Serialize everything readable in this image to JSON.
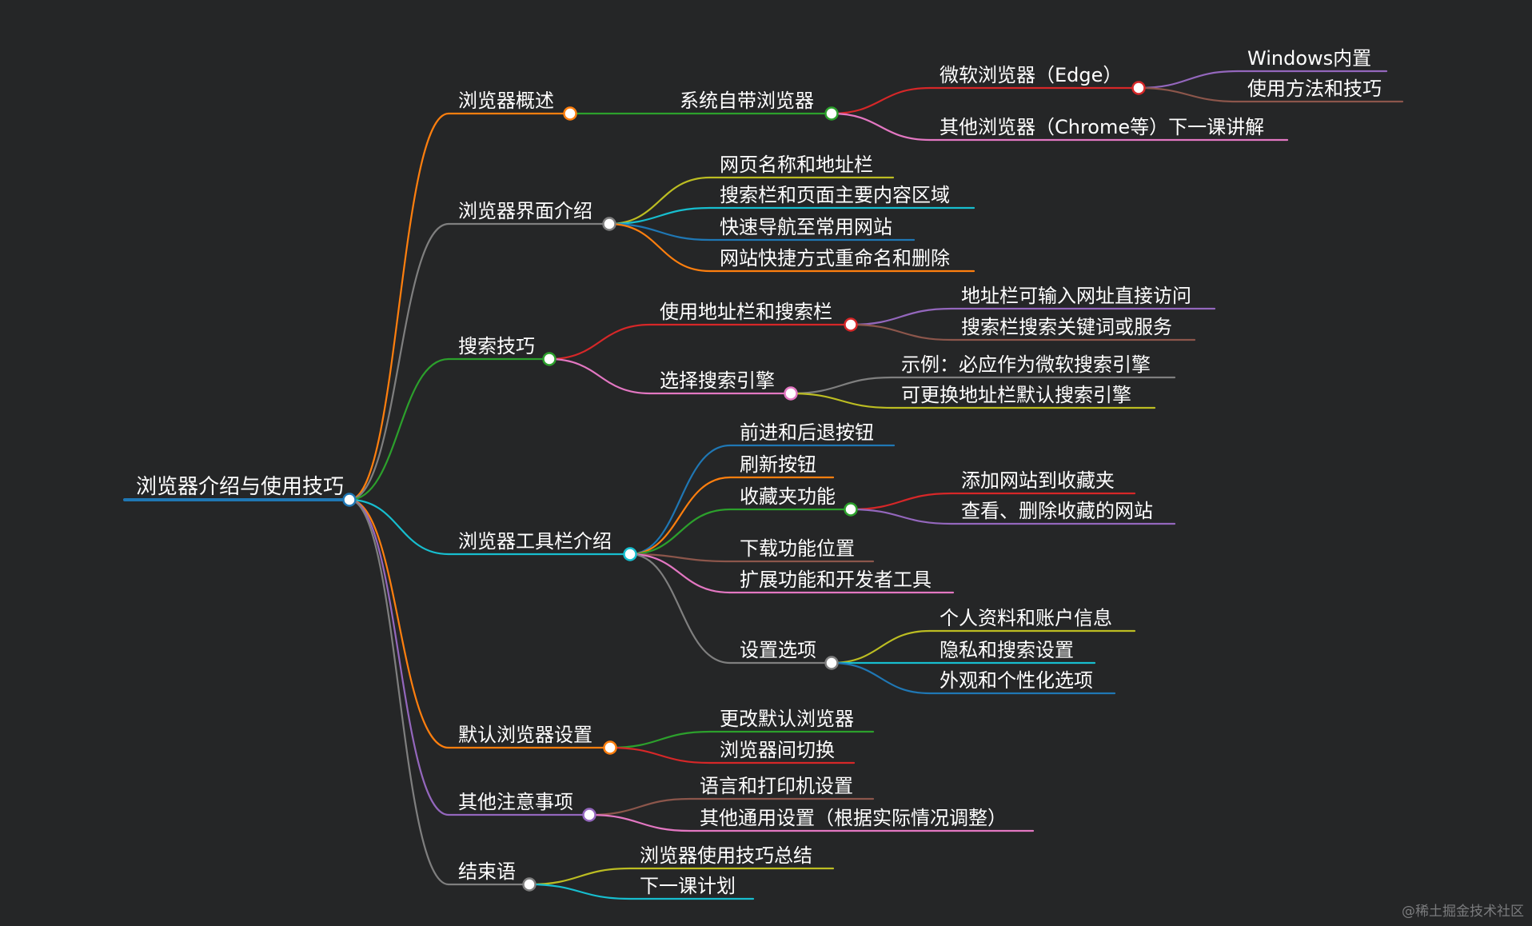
{
  "colors": {
    "background": "#252627",
    "blue": "#1f77b4",
    "orange": "#ff7f0e",
    "green": "#2ca02c",
    "red": "#d62728",
    "purple": "#9467bd",
    "brown": "#8c564b",
    "pink": "#e377c2",
    "gray": "#7f7f7f",
    "olive": "#bcbd22",
    "cyan": "#17becf"
  },
  "watermark": "@稀土掘金技术社区",
  "mindmap": {
    "label": "浏览器介绍与使用技巧",
    "color": "blue",
    "children": [
      {
        "label": "浏览器概述",
        "color": "orange",
        "children": [
          {
            "label": "系统自带浏览器",
            "color": "green",
            "children": [
              {
                "label": "微软浏览器（Edge）",
                "color": "red",
                "children": [
                  {
                    "label": "Windows内置",
                    "color": "purple"
                  },
                  {
                    "label": "使用方法和技巧",
                    "color": "brown"
                  }
                ]
              },
              {
                "label": "其他浏览器（Chrome等）下一课讲解",
                "color": "pink"
              }
            ]
          }
        ]
      },
      {
        "label": "浏览器界面介绍",
        "color": "gray",
        "children": [
          {
            "label": "网页名称和地址栏",
            "color": "olive"
          },
          {
            "label": "搜索栏和页面主要内容区域",
            "color": "cyan"
          },
          {
            "label": "快速导航至常用网站",
            "color": "blue"
          },
          {
            "label": "网站快捷方式重命名和删除",
            "color": "orange"
          }
        ]
      },
      {
        "label": "搜索技巧",
        "color": "green",
        "children": [
          {
            "label": "使用地址栏和搜索栏",
            "color": "red",
            "children": [
              {
                "label": "地址栏可输入网址直接访问",
                "color": "purple"
              },
              {
                "label": "搜索栏搜索关键词或服务",
                "color": "brown"
              }
            ]
          },
          {
            "label": "选择搜索引擎",
            "color": "pink",
            "children": [
              {
                "label": "示例：必应作为微软搜索引擎",
                "color": "gray"
              },
              {
                "label": "可更换地址栏默认搜索引擎",
                "color": "olive"
              }
            ]
          }
        ]
      },
      {
        "label": "浏览器工具栏介绍",
        "color": "cyan",
        "children": [
          {
            "label": "前进和后退按钮",
            "color": "blue"
          },
          {
            "label": "刷新按钮",
            "color": "orange"
          },
          {
            "label": "收藏夹功能",
            "color": "green",
            "children": [
              {
                "label": "添加网站到收藏夹",
                "color": "red"
              },
              {
                "label": "查看、删除收藏的网站",
                "color": "purple"
              }
            ]
          },
          {
            "label": "下载功能位置",
            "color": "brown"
          },
          {
            "label": "扩展功能和开发者工具",
            "color": "pink"
          },
          {
            "label": "设置选项",
            "color": "gray",
            "children": [
              {
                "label": "个人资料和账户信息",
                "color": "olive"
              },
              {
                "label": "隐私和搜索设置",
                "color": "cyan"
              },
              {
                "label": "外观和个性化选项",
                "color": "blue"
              }
            ]
          }
        ]
      },
      {
        "label": "默认浏览器设置",
        "color": "orange",
        "children": [
          {
            "label": "更改默认浏览器",
            "color": "green"
          },
          {
            "label": "浏览器间切换",
            "color": "red"
          }
        ]
      },
      {
        "label": "其他注意事项",
        "color": "purple",
        "children": [
          {
            "label": "语言和打印机设置",
            "color": "brown"
          },
          {
            "label": "其他通用设置（根据实际情况调整）",
            "color": "pink"
          }
        ]
      },
      {
        "label": "结束语",
        "color": "gray",
        "children": [
          {
            "label": "浏览器使用技巧总结",
            "color": "olive"
          },
          {
            "label": "下一课计划",
            "color": "cyan"
          }
        ]
      }
    ]
  }
}
